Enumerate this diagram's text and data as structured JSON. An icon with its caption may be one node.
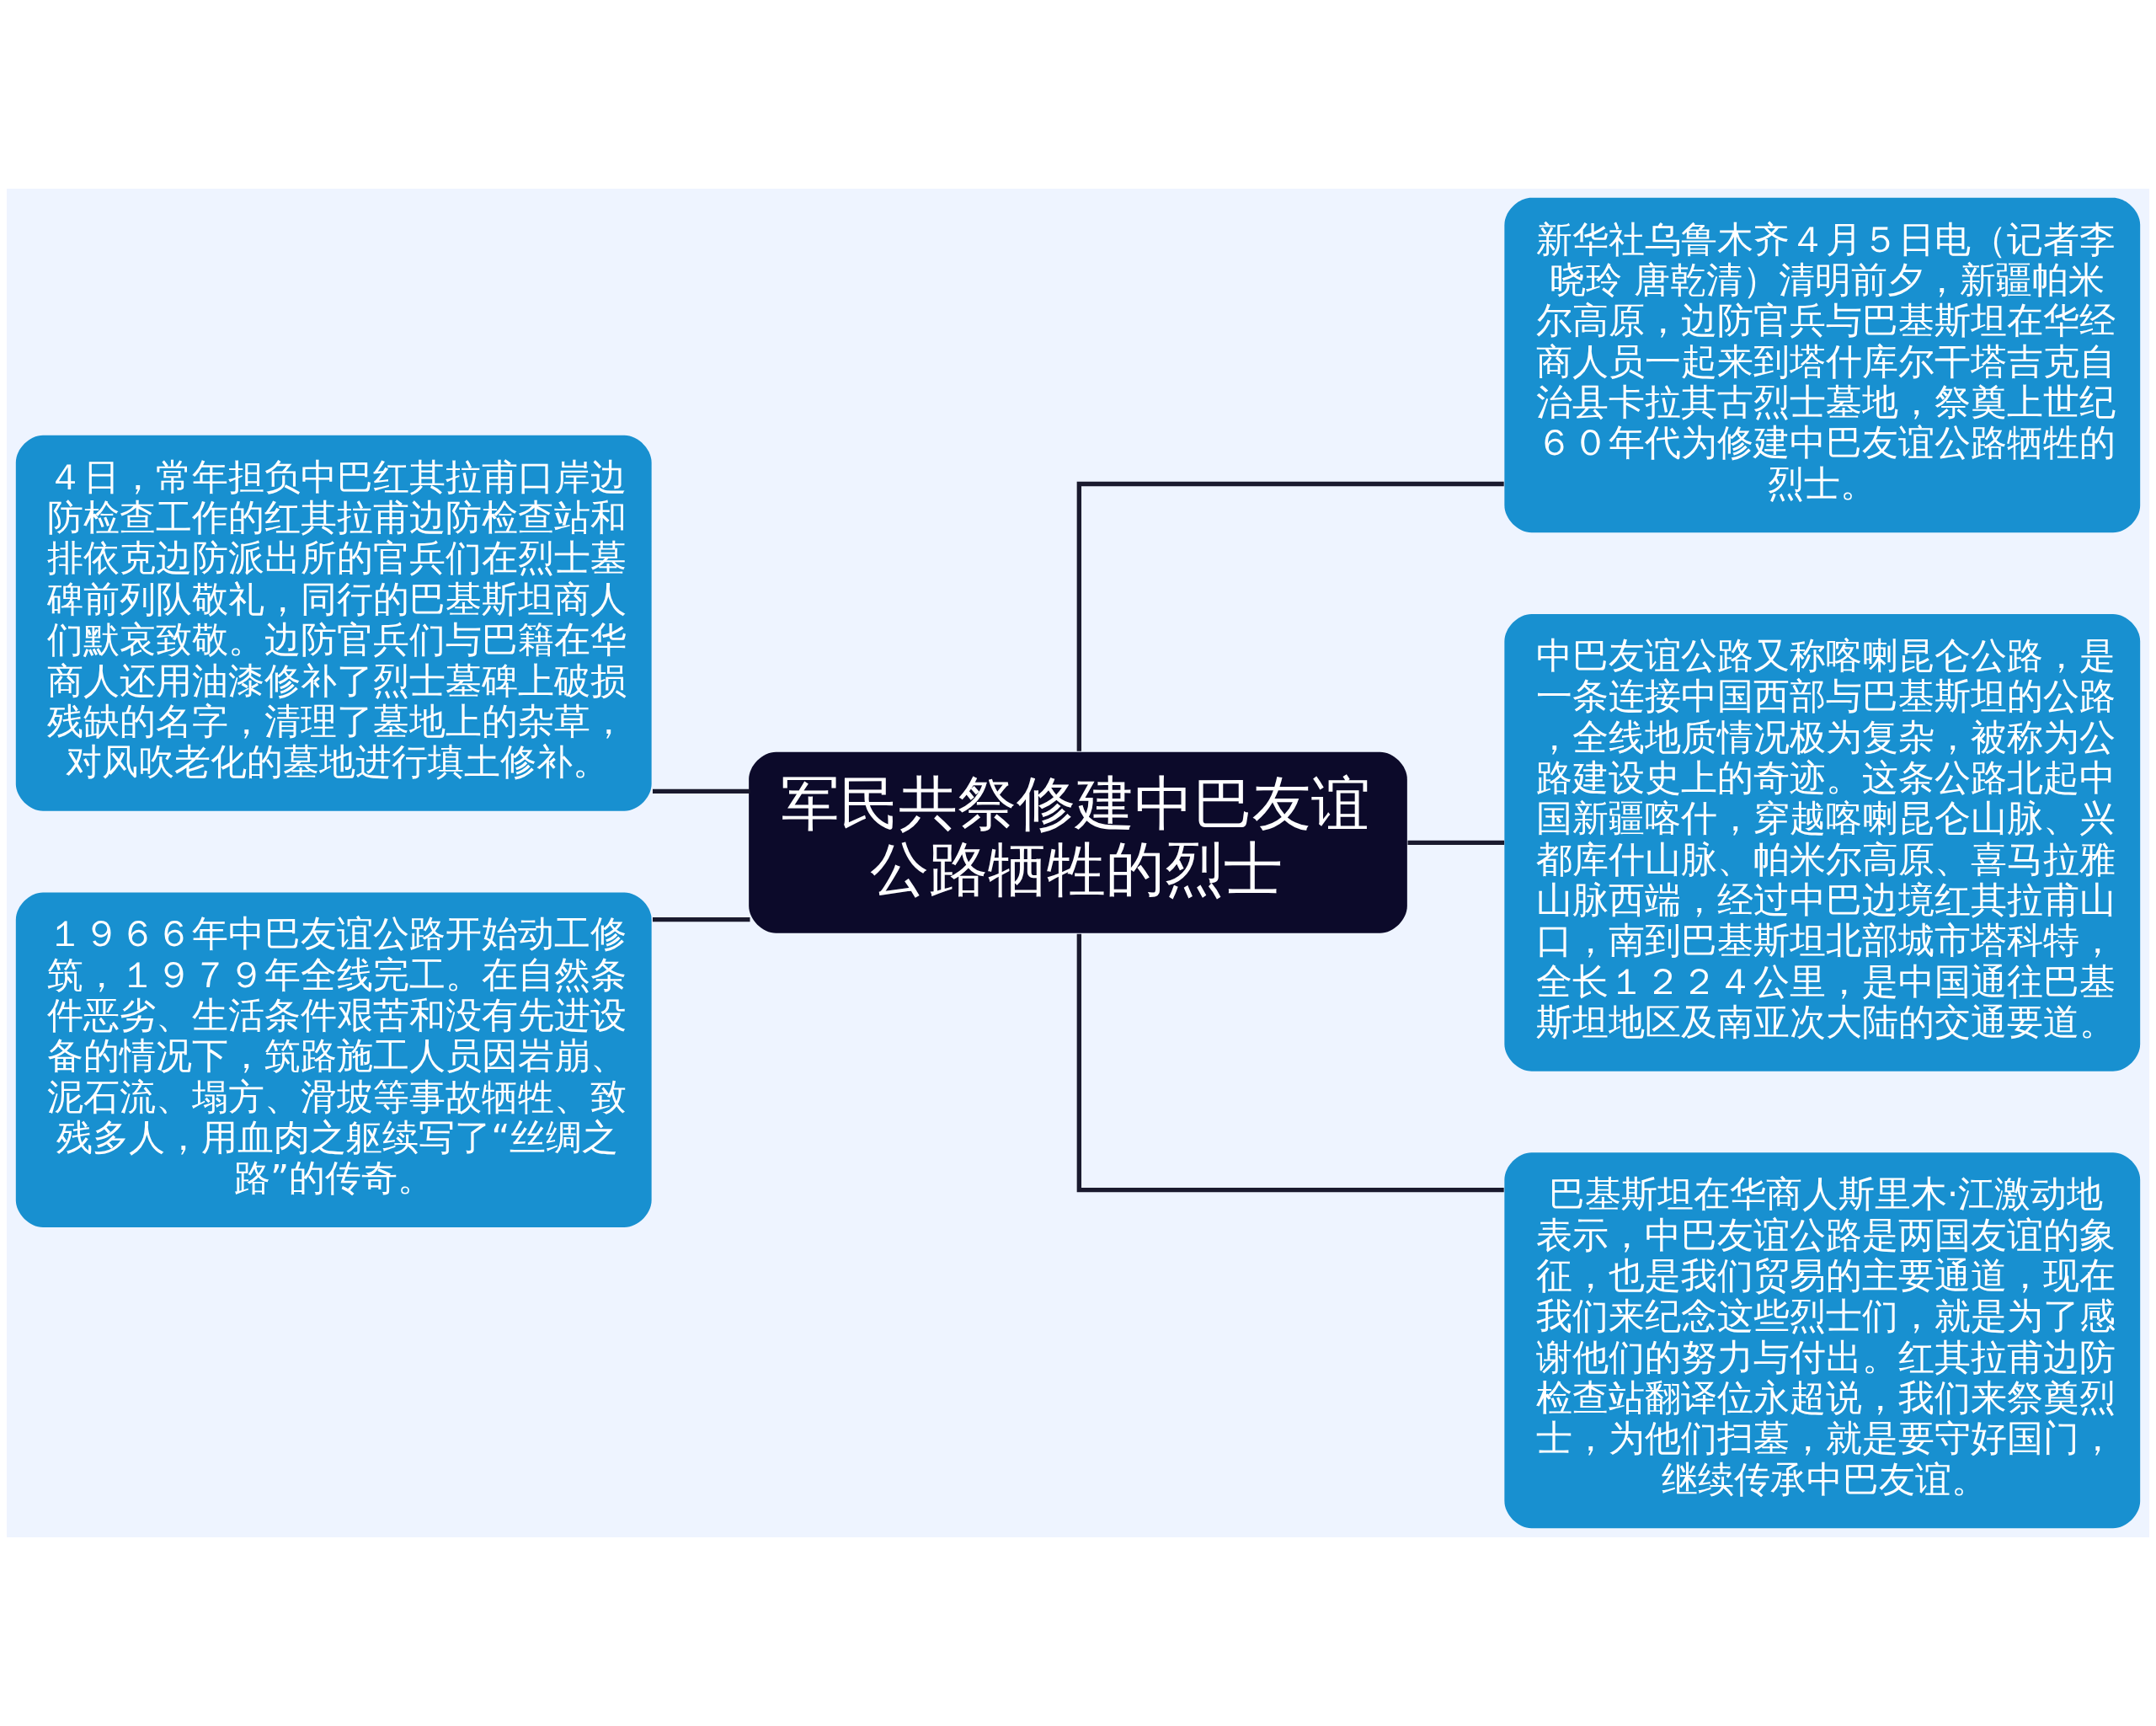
{
  "diagram": {
    "nodes": [
      {
        "text": [
          "军民共祭修建中巴友谊公路牺牲的烈士"
        ]
      },
      {
        "text": [
          "４日，常年担负中巴红其拉甫口岸边防检查工作的红其拉甫边防检查站和排依克边防派出所的官兵们在烈士墓碑前列队敬礼，同行的巴基斯坦商人们默哀致敬。边防官兵们与巴籍在华商人还用油漆修补了烈士墓碑上破损残缺的名字，清理了墓地上的杂草，对风吹老化的墓地进行填土修补。"
        ]
      },
      {
        "text": [
          "１９６６年中巴友谊公路开始动工修筑，１９７９年全线完工。在自然条件恶劣、生活条件艰苦和没有先进设备的情况下，筑路施工人员因岩崩、泥石流、塌方、滑坡等事故牺牲、致残多人，用血肉之躯续写了“丝绸之路”的传奇。"
        ]
      },
      {
        "text": [
          "新华社乌鲁木齐４月５日电（记者李晓玲 唐乾清）清明前夕，新疆帕米尔高原，边防官兵与巴基斯坦在华经商人员一起来到塔什库尔干塔吉克自治县卡拉其古烈士墓地，祭奠上世纪６０年代为修建中巴友谊公路牺牲的烈士。"
        ]
      },
      {
        "text": [
          "中巴友谊公路又称喀喇昆仑公路，是一条连接中国西部与巴基斯坦的公路，全线地质情况极为复杂，被称为公路建设史上的奇迹。这条公路北起中国新疆喀什，穿越喀喇昆仑山脉、兴都库什山脉、帕米尔高原、喜马拉雅山脉西端，经过中巴边境红其拉甫山口，南到巴基斯坦北部城市塔科特，全长１２２４公里，是中国通往巴基斯坦地区及南亚次大陆的交通要道。"
        ]
      },
      {
        "text": [
          "巴基斯坦在华商人斯里木·江激动地表示，中巴友谊公路是两国友谊的象征，也是我们贸易的主要通道，现在我们来纪念这些烈士们，就是为了感谢他们的努力与付出。红其拉甫边防检查站翻译位永超说，我们来祭奠烈士，为他们扫墓，就是要守好国门，继续传承中巴友谊。"
        ]
      }
    ],
    "edges": [
      {
        "from": 0,
        "to": 1,
        "arrow": "none"
      },
      {
        "from": 0,
        "to": 2,
        "arrow": "none"
      },
      {
        "from": 0,
        "to": 3,
        "arrow": "none"
      },
      {
        "from": 0,
        "to": 4,
        "arrow": "none"
      },
      {
        "from": 0,
        "to": 5,
        "arrow": "none"
      }
    ]
  }
}
